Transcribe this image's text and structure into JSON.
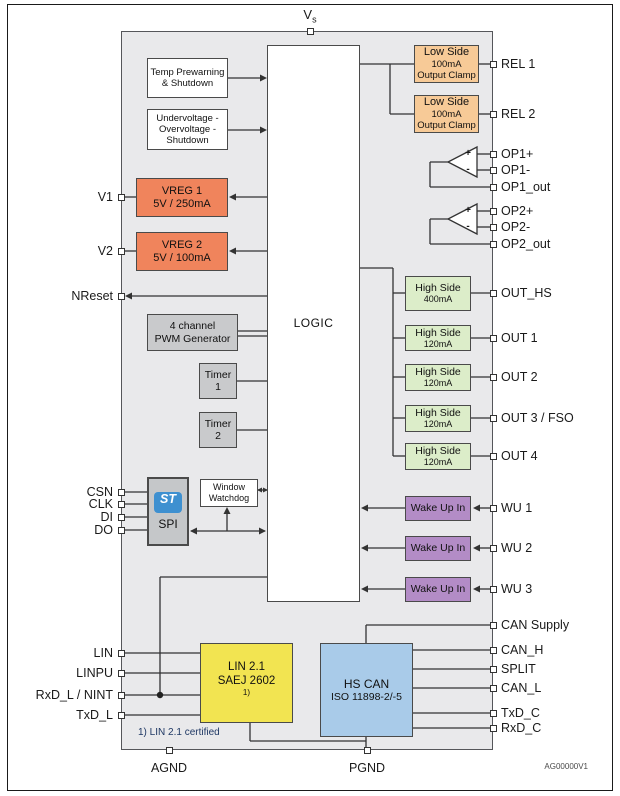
{
  "colors": {
    "bg": "#ffffff",
    "frame-border": "#1a1a1a",
    "block-bg": "#e9e9eb",
    "block-border": "#55565a",
    "box-border": "#4a4a4a",
    "white-box": "#ffffff",
    "gray-box": "#c9cacc",
    "spi-box": "#c5c7c9",
    "lowside": "#f7ca97",
    "vreg": "#f0845c",
    "highside": "#dcedc9",
    "wakeup": "#b38cc6",
    "lin": "#f2e451",
    "can": "#a9cbe9",
    "logo": "#3e90d0",
    "wire": "#333333",
    "text": "#1a1a1a",
    "footnote": "#1f3864"
  },
  "top": {
    "vs_base": "V",
    "vs_sub": "s"
  },
  "bottom": {
    "agnd": "AGND",
    "pgnd": "PGND",
    "watermark": "AG00000V1",
    "footnote": "1) LIN 2.1 certified"
  },
  "blocks": {
    "temp": {
      "line1": "Temp Prewarning",
      "line2": "& Shutdown"
    },
    "uv": {
      "line1": "Undervoltage -",
      "line2": "Overvoltage -",
      "line3": "Shutdown"
    },
    "logic": "LOGIC",
    "vreg1": {
      "line1": "VREG 1",
      "line2": "5V / 250mA"
    },
    "vreg2": {
      "line1": "VREG 2",
      "line2": "5V / 100mA"
    },
    "pwm": {
      "line1": "4 channel",
      "line2": "PWM Generator"
    },
    "timer1": {
      "line1": "Timer",
      "line2": "1"
    },
    "timer2": {
      "line1": "Timer",
      "line2": "2"
    },
    "spi": {
      "label": "SPI",
      "logo": "ST"
    },
    "watchdog": {
      "line1": "Window",
      "line2": "Watchdog"
    },
    "lowside1": {
      "line1": "Low Side",
      "line2": "100mA",
      "line3": "Output Clamp"
    },
    "lowside2": {
      "line1": "Low Side",
      "line2": "100mA",
      "line3": "Output Clamp"
    },
    "highside": [
      {
        "line1": "High Side",
        "line2": "400mA"
      },
      {
        "line1": "High Side",
        "line2": "120mA"
      },
      {
        "line1": "High Side",
        "line2": "120mA"
      },
      {
        "line1": "High Side",
        "line2": "120mA"
      },
      {
        "line1": "High Side",
        "line2": "120mA"
      }
    ],
    "wakeup": [
      "Wake Up In",
      "Wake Up In",
      "Wake Up In"
    ],
    "lin": {
      "line1": "LIN 2.1",
      "line2": "SAEJ 2602",
      "sup": "1)"
    },
    "can": {
      "line1": "HS CAN",
      "line2": "ISO 11898-2/-5"
    },
    "opamp": {
      "plus": "+",
      "minus": "-"
    }
  },
  "pins": {
    "left": [
      "V1",
      "V2",
      "NReset",
      "CSN",
      "CLK",
      "DI",
      "DO",
      "LIN",
      "LINPU",
      "RxD_L / NINT",
      "TxD_L"
    ],
    "right": [
      "REL 1",
      "REL 2",
      "OP1+",
      "OP1-",
      "OP1_out",
      "OP2+",
      "OP2-",
      "OP2_out",
      "OUT_HS",
      "OUT 1",
      "OUT 2",
      "OUT 3 / FSO",
      "OUT 4",
      "WU 1",
      "WU 2",
      "WU 3",
      "CAN Supply",
      "CAN_H",
      "SPLIT",
      "CAN_L",
      "TxD_C",
      "RxD_C"
    ]
  }
}
